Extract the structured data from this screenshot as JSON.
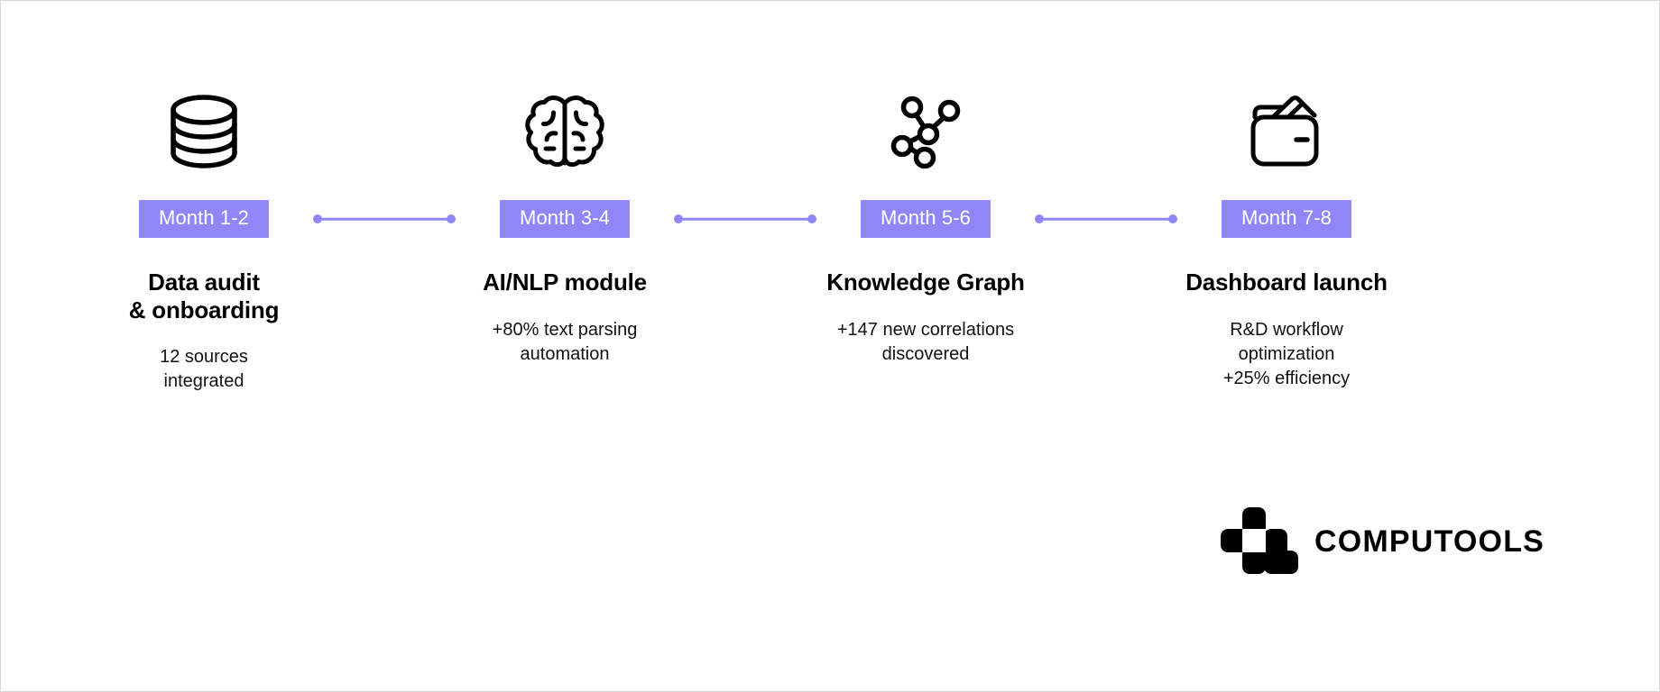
{
  "theme": {
    "accent": "#8f86f7",
    "background": "#ffffff",
    "text": "#000000",
    "badge_text": "#ffffff",
    "border": "#d8d8d8"
  },
  "timeline": {
    "steps": [
      {
        "icon": "database-icon",
        "badge": "Month 1-2",
        "title": "Data audit\n& onboarding",
        "description": "12 sources\nintegrated"
      },
      {
        "icon": "brain-icon",
        "badge": "Month 3-4",
        "title": "AI/NLP module",
        "description": "+80% text parsing\nautomation"
      },
      {
        "icon": "network-graph-icon",
        "badge": "Month 5-6",
        "title": "Knowledge Graph",
        "description": "+147 new correlations\ndiscovered"
      },
      {
        "icon": "wallet-icon",
        "badge": "Month 7-8",
        "title": "Dashboard launch",
        "description": "R&D workflow\noptimization\n+25% efficiency"
      }
    ]
  },
  "logo": {
    "mark": "computools-blocks-logo",
    "text": "COMPUTOOLS"
  }
}
